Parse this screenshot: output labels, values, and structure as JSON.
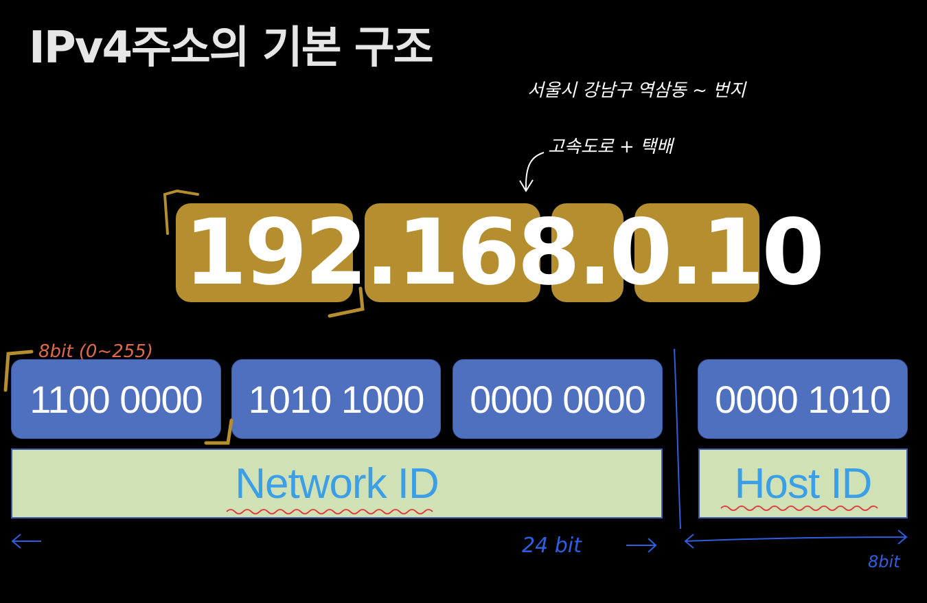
{
  "title": "IPv4주소의 기본 구조",
  "handwritten": {
    "address_note": "서울시 강남구 역삼동 ~ 번지",
    "arrow_note": "고속도로 + 택배",
    "octet_note": "8bit (0~255)",
    "network_bits": "24 bit",
    "host_bits": "8bit"
  },
  "ip_address": "192.168.0.10",
  "octets": [
    "192",
    "168",
    "0",
    "10"
  ],
  "binary_octets": [
    "1100 0000",
    "1010 1000",
    "0000 0000",
    "0000 1010"
  ],
  "network_id_label": "Network ID",
  "host_id_label": "Host ID",
  "colors": {
    "background": "#000000",
    "octet_fill": "#b48e2f",
    "binary_fill": "#4f6fbf",
    "id_fill": "#cfe1b5",
    "id_text": "#3a9fe6",
    "handwriting_blue": "#2f5fe0",
    "underline_red": "#e04040"
  }
}
